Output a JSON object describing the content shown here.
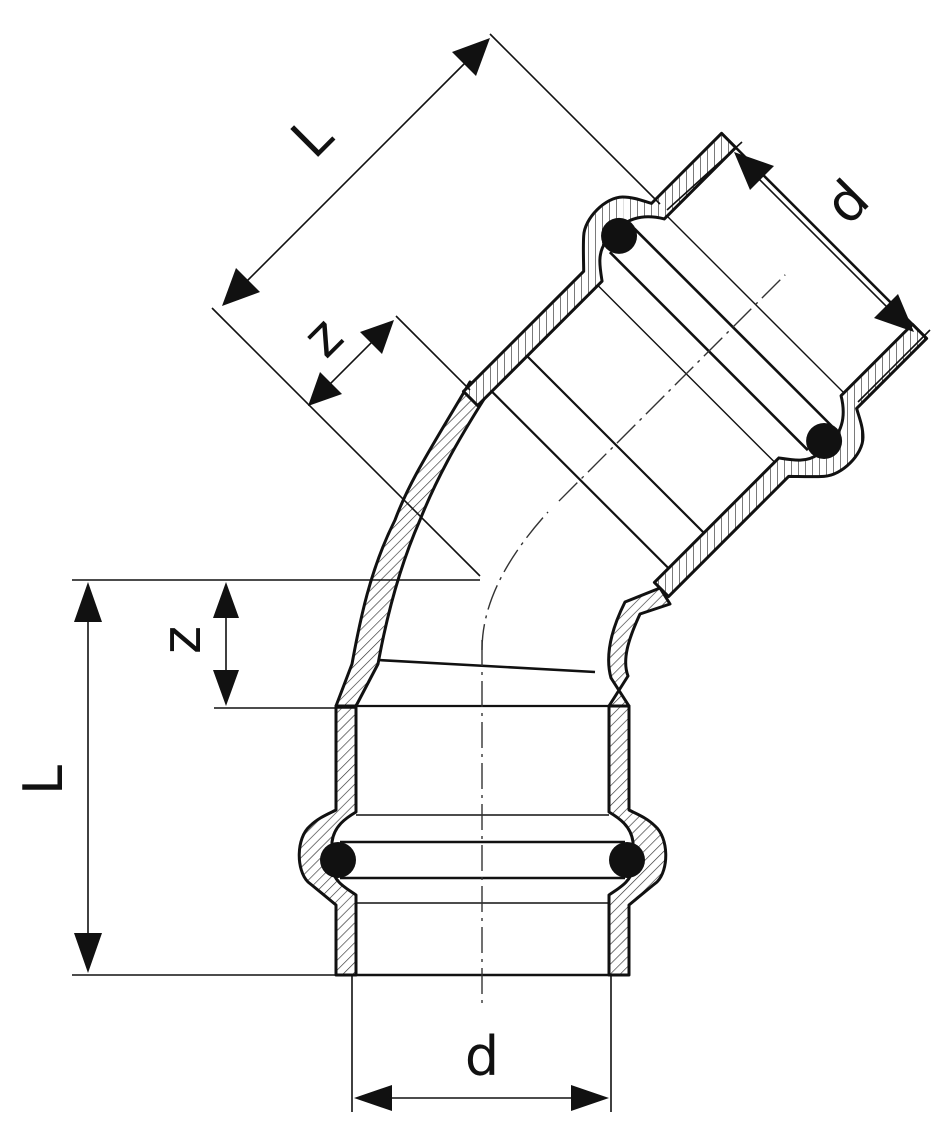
{
  "diagram": {
    "labels": {
      "L_top": "L",
      "d_top": "d",
      "z_top": "z",
      "z_bottom": "z",
      "L_bottom": "L",
      "d_bottom": "d"
    }
  }
}
